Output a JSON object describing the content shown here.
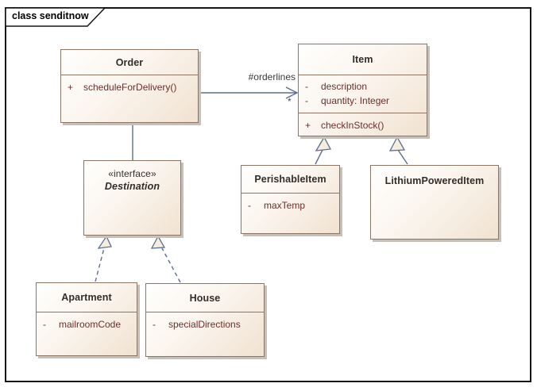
{
  "frame": {
    "label": "class senditnow"
  },
  "colors": {
    "box_border": "#8d7565",
    "box_fill_start": "#fffffe",
    "box_fill_end": "#f1e2d1",
    "connector": "#5d6e90",
    "member_text": "#6b2f2c",
    "name_text": "#322d29",
    "shadow": "#c6c0ba"
  },
  "classes": [
    {
      "name": "Order",
      "operations": [
        {
          "vis": "+",
          "text": "scheduleForDelivery()"
        }
      ]
    },
    {
      "name": "Item",
      "attributes": [
        {
          "vis": "-",
          "text": "description"
        },
        {
          "vis": "-",
          "text": "quantity: Integer"
        }
      ],
      "operations": [
        {
          "vis": "+",
          "text": "checkInStock()"
        }
      ]
    },
    {
      "stereotype": "«interface»",
      "name": "Destination"
    },
    {
      "name": "PerishableItem",
      "attributes": [
        {
          "vis": "-",
          "text": "maxTemp"
        }
      ]
    },
    {
      "name": "LithiumPoweredItem"
    },
    {
      "name": "Apartment",
      "attributes": [
        {
          "vis": "-",
          "text": "mailroomCode"
        }
      ]
    },
    {
      "name": "House",
      "attributes": [
        {
          "vis": "-",
          "text": "specialDirections"
        }
      ]
    }
  ],
  "connectors": [
    {
      "type": "association",
      "from": "Order",
      "to": "Item",
      "label": "#orderlines",
      "target_multiplicity": "*"
    },
    {
      "type": "association",
      "from": "Order",
      "to": "Destination"
    },
    {
      "type": "generalization",
      "from": "PerishableItem",
      "to": "Item"
    },
    {
      "type": "generalization",
      "from": "LithiumPoweredItem",
      "to": "Item"
    },
    {
      "type": "realization",
      "from": "Apartment",
      "to": "Destination"
    },
    {
      "type": "realization",
      "from": "House",
      "to": "Destination"
    }
  ]
}
